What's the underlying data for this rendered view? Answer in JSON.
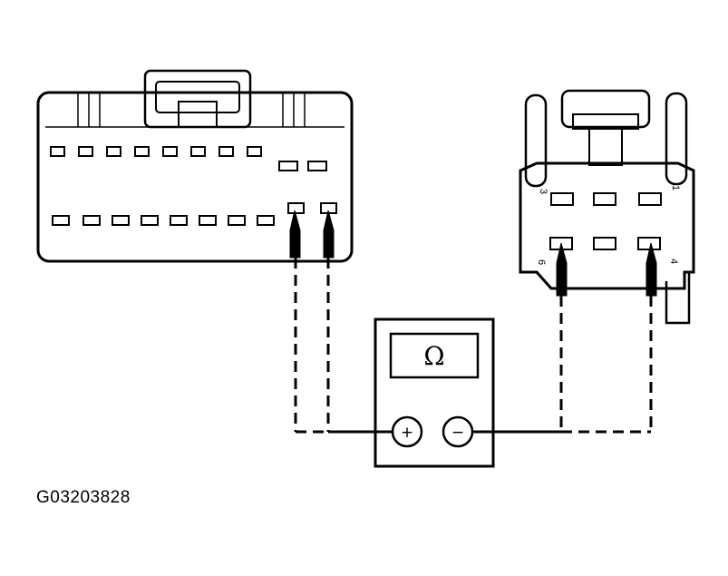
{
  "figure": {
    "id_label": "G03203828"
  },
  "meter": {
    "symbol": "Ω",
    "positive_symbol": "+",
    "negative_symbol": "−"
  },
  "right_connector": {
    "pin_labels": {
      "top_left": "3",
      "top_right": "1",
      "bottom_left": "6",
      "bottom_right": "4"
    }
  },
  "colors": {
    "ink": "#000000",
    "background": "#ffffff"
  }
}
